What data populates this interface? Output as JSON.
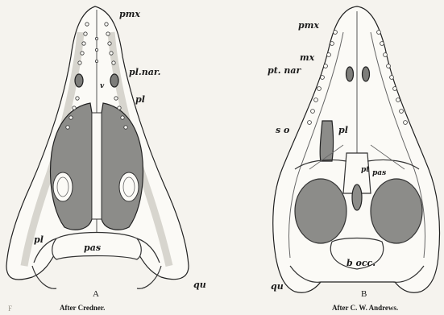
{
  "figure_a": {
    "labels": {
      "pmx": "pmx",
      "pl_nar": "pl.nar.",
      "pl_1": "pl",
      "pl_2": "pl",
      "v": "v",
      "pas": "pas",
      "qu": "qu"
    },
    "letter": "A",
    "credit": "After Credner."
  },
  "figure_b": {
    "labels": {
      "pmx": "pmx",
      "mx": "mx",
      "pt_nar": "pt. nar",
      "so": "s o",
      "pl": "pl",
      "pt": "pt",
      "pas": "pas",
      "bocc": "b occ.",
      "qu": "qu"
    },
    "letter": "B",
    "credit": "After C. W. Andrews."
  },
  "caption_fragment": "F"
}
